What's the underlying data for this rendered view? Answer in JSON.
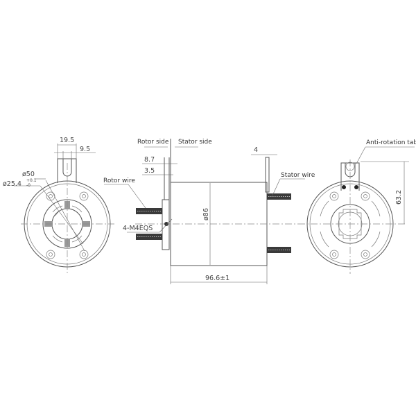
{
  "drawing": {
    "subject": "Through-bore slip ring dimensional drawing",
    "views": {
      "front_view": {
        "labels": {
          "tab_width": "19.5",
          "slot_width": "9.5",
          "outer_diameter": "ø50",
          "bore_diameter_base": "ø25.4",
          "bore_tolerance_upper": "+0.1",
          "bore_tolerance_lower": "-0"
        }
      },
      "side_view": {
        "labels": {
          "rotor_side": "Rotor side",
          "stator_side": "Stator side",
          "flange_offset": "8.7",
          "flange_thickness": "3.5",
          "rotor_wire": "Rotor wire",
          "mounting_holes": "4-M4EQS",
          "body_diameter": "ø86",
          "length": "96.6±1",
          "stator_tab_thickness": "4",
          "stator_wire": "Stator wire"
        }
      },
      "rear_view": {
        "labels": {
          "anti_rotation_tab": "Anti-rotation tab",
          "tab_height": "63.2"
        }
      }
    },
    "colors": {
      "line": "#555555",
      "wire_fill": "#3a3a3a",
      "background": "#ffffff"
    }
  }
}
